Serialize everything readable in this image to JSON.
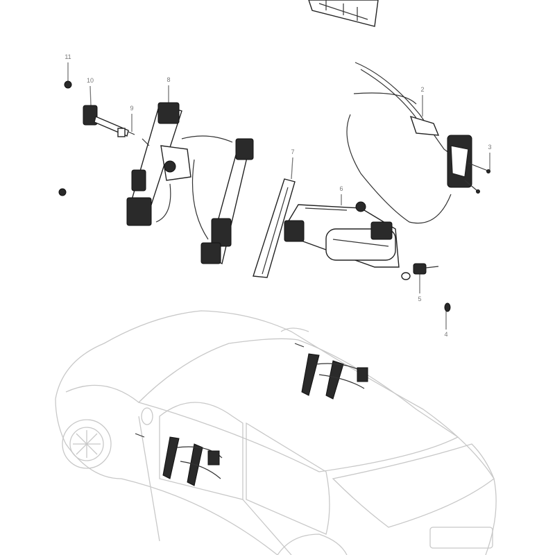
{
  "diagram": {
    "callouts": [
      {
        "id": "2",
        "label": "2"
      },
      {
        "id": "3",
        "label": "3"
      },
      {
        "id": "4",
        "label": "4"
      },
      {
        "id": "5",
        "label": "5"
      },
      {
        "id": "6",
        "label": "6"
      },
      {
        "id": "7",
        "label": "7"
      },
      {
        "id": "8",
        "label": "8"
      },
      {
        "id": "9",
        "label": "9"
      },
      {
        "id": "10",
        "label": "10"
      },
      {
        "id": "11",
        "label": "11"
      }
    ],
    "colors": {
      "line_art": "#222222",
      "car_outline": "#c8c8c8",
      "callout_text": "#777777"
    }
  }
}
